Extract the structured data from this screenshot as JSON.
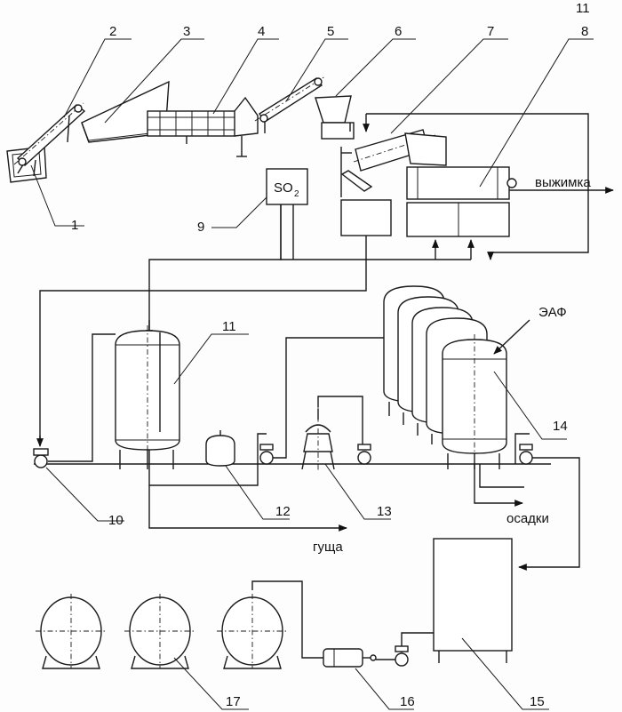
{
  "labels": {
    "n1": "1",
    "n2": "2",
    "n3": "3",
    "n4": "4",
    "n5": "5",
    "n6": "6",
    "n7": "7",
    "n8": "8",
    "n9": "9",
    "n10": "10",
    "n11_top": "11",
    "n11": "11",
    "n12": "12",
    "n13": "13",
    "n14": "14",
    "n15": "15",
    "n16": "16",
    "n17": "17",
    "so2_main": "SO",
    "so2_sub": "2",
    "eaf": "ЭАФ",
    "vyzhimka": "выжимка",
    "gushcha": "гуща",
    "osadki": "осадки"
  }
}
